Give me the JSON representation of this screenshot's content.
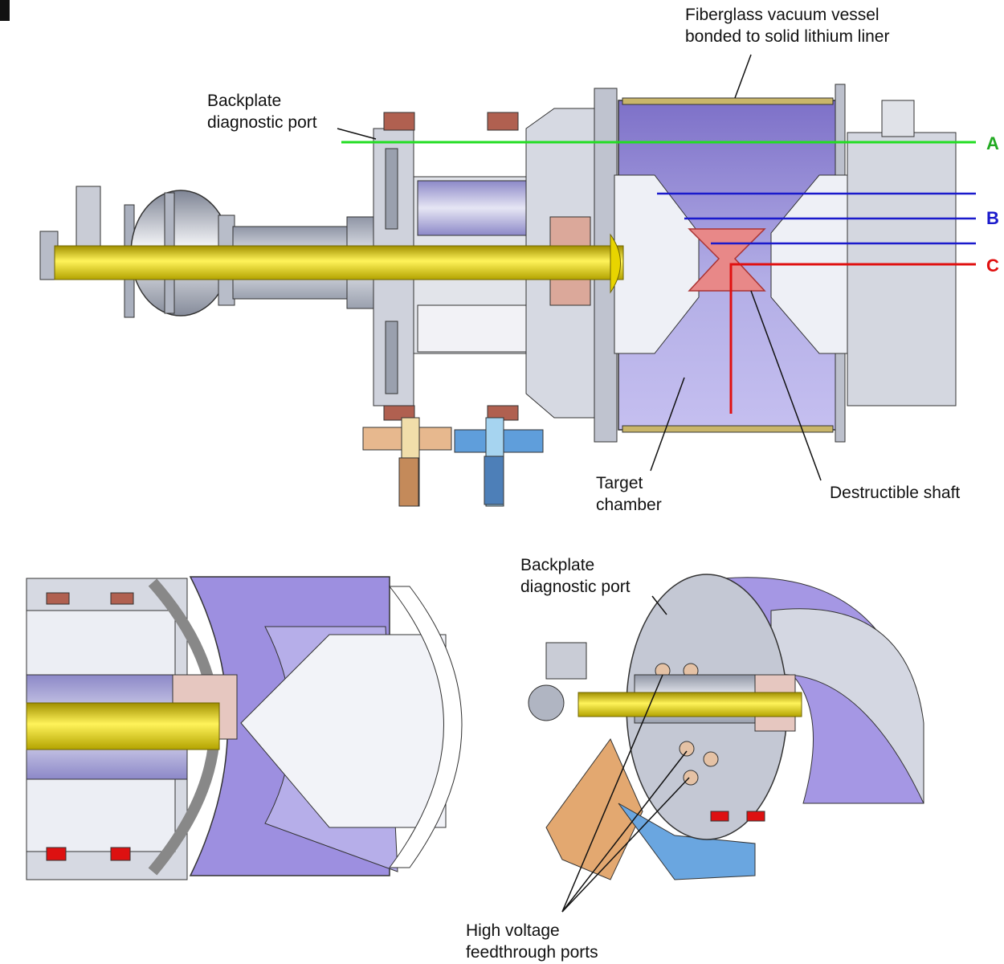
{
  "labels": {
    "vessel": [
      "Fiberglass vacuum vessel",
      "bonded to solid lithium liner"
    ],
    "backplate_top": [
      "Backplate",
      "diagnostic port"
    ],
    "target": [
      "Target",
      "chamber"
    ],
    "shaft": "Destructible shaft",
    "backplate_bottom": [
      "Backplate",
      "diagnostic port"
    ],
    "hv_ports": [
      "High voltage",
      "feedthrough ports"
    ]
  },
  "line_tags": {
    "a": "A",
    "b": "B",
    "c": "C"
  },
  "colors": {
    "line_a": "#22dd22",
    "line_b": "#1a1acc",
    "line_c": "#e01010",
    "shaft_rod": "#e8d400",
    "chamber": "#9b8fd8",
    "metal": "#c4c8d4",
    "coil": "#b06050",
    "cone": "#e88888"
  }
}
